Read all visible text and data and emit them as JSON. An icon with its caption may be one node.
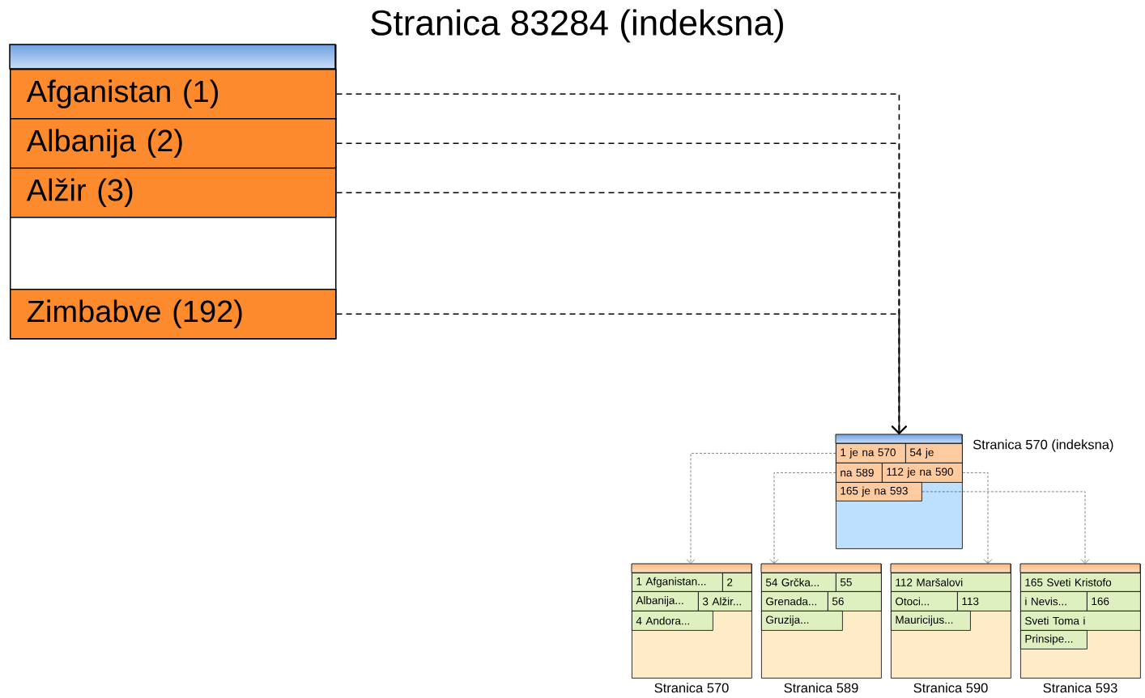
{
  "diagram": {
    "title": "Stranica 83284 (indeksna)",
    "nodes": [
      {
        "text": [],
        "shape": "box"
      },
      {
        "text": [
          "Afganistan (1)"
        ],
        "in": 0
      },
      {
        "text": [
          "Albanija (2)"
        ],
        "in": 0
      },
      {
        "text": [
          "Alžir (3)"
        ],
        "in": 0
      },
      {
        "text": [
          "Zimbabve (192)"
        ],
        "in": 0
      },
      {
        "text": [],
        "shape": "box",
        "beside": [
          "Stranica 570 (indeksna)"
        ]
      },
      {
        "text": [
          "1 je na 570"
        ],
        "in": 5
      },
      {
        "text": [
          "54 je"
        ],
        "in": 5
      },
      {
        "text": [
          "na 589"
        ],
        "in": 5
      },
      {
        "text": [
          "112 je na 590"
        ],
        "in": 5
      },
      {
        "text": [
          "165 je na 593"
        ],
        "in": 5
      },
      {
        "text": [],
        "shape": "box",
        "beside": [
          "Stranica 570"
        ]
      },
      {
        "text": [
          "1 Afganistan..."
        ],
        "in": 11
      },
      {
        "text": [
          "2"
        ],
        "in": 11
      },
      {
        "text": [
          "Albanija..."
        ],
        "in": 11
      },
      {
        "text": [
          "3 Alžir..."
        ],
        "in": 11
      },
      {
        "text": [
          "4 Andora..."
        ],
        "in": 11
      },
      {
        "text": [],
        "shape": "box",
        "beside": [
          "Stranica 589"
        ]
      },
      {
        "text": [
          "54 Grčka..."
        ],
        "in": 17
      },
      {
        "text": [
          "55"
        ],
        "in": 17
      },
      {
        "text": [
          "Grenada..."
        ],
        "in": 17
      },
      {
        "text": [
          "56"
        ],
        "in": 17
      },
      {
        "text": [
          "Gruzija..."
        ],
        "in": 17
      },
      {
        "text": [],
        "shape": "box",
        "beside": [
          "Stranica 590"
        ]
      },
      {
        "text": [
          "112 Maršalovi"
        ],
        "in": 23
      },
      {
        "text": [
          "Otoci..."
        ],
        "in": 23
      },
      {
        "text": [
          "113"
        ],
        "in": 23
      },
      {
        "text": [
          "Mauricijus..."
        ],
        "in": 23
      },
      {
        "text": [],
        "shape": "box",
        "beside": [
          "Stranica 593"
        ]
      },
      {
        "text": [
          "165 Sveti Kristofo"
        ],
        "in": 28
      },
      {
        "text": [
          "i Nevis..."
        ],
        "in": 28
      },
      {
        "text": [
          "166"
        ],
        "in": 28
      },
      {
        "text": [
          "Sveti Toma i"
        ],
        "in": 28
      },
      {
        "text": [
          "Prinsipe..."
        ],
        "in": 28
      }
    ],
    "edges": [
      {
        "from": 1,
        "to": 5,
        "arrow": "to",
        "style": "dashed"
      },
      {
        "from": 2,
        "to": 5,
        "arrow": "to",
        "style": "dashed"
      },
      {
        "from": 3,
        "to": 5,
        "arrow": "to",
        "style": "dashed"
      },
      {
        "from": 4,
        "to": 5,
        "arrow": "to",
        "style": "dashed"
      },
      {
        "from": 6,
        "to": 11,
        "arrow": "to",
        "style": "dashed"
      },
      {
        "from": 8,
        "to": 17,
        "arrow": "to",
        "style": "dashed"
      },
      {
        "from": 9,
        "to": 23,
        "arrow": "to",
        "style": "dashed"
      },
      {
        "from": 10,
        "to": 28,
        "arrow": "to",
        "style": "dashed"
      }
    ]
  }
}
